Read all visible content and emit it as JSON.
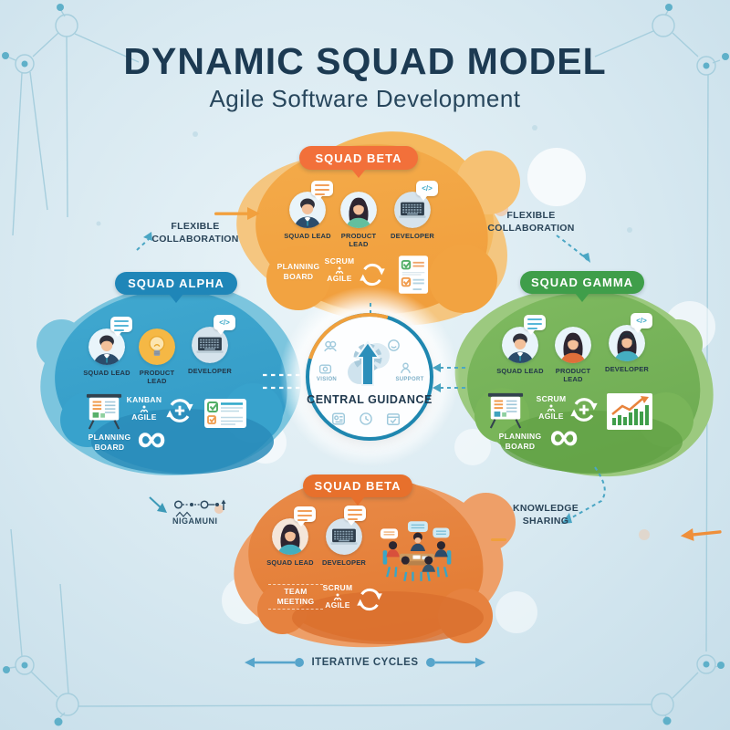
{
  "title": {
    "main": "DYNAMIC SQUAD MODEL",
    "subtitle": "Agile Software Development"
  },
  "central": {
    "title": "CENTRAL GUIDANCE",
    "left_label": "VISION",
    "right_label": "SUPPORT",
    "center_icon": "gear-up-arrow-icon",
    "orbit_icons": [
      "users-icon",
      "smile-icon",
      "eye-icon",
      "person-icon",
      "id-card-icon",
      "clock-icon",
      "calendar-icon"
    ]
  },
  "squads": {
    "beta_top": {
      "name": "SQUAD BETA",
      "members": [
        {
          "label": "SQUAD LEAD",
          "icon": "male-avatar"
        },
        {
          "label": "PRODUCT LEAD",
          "icon": "female-avatar"
        },
        {
          "label": "DEVELOPER",
          "icon": "keyboard-icon"
        }
      ],
      "tools": {
        "board_label": "PLANNING BOARD",
        "method_word1": "SCRUM",
        "method_word2": "AGILE",
        "icons": [
          "cycle-arrows-icon",
          "checklist-icon"
        ]
      }
    },
    "alpha": {
      "name": "SQUAD ALPHA",
      "members": [
        {
          "label": "SQUAD LEAD",
          "icon": "male-avatar"
        },
        {
          "label": "PRODUCT LEAD",
          "icon": "lightbulb-icon"
        },
        {
          "label": "DEVELOPER",
          "icon": "keyboard-icon"
        }
      ],
      "tools": {
        "board_label": "PLANNING BOARD",
        "method_word1": "KANBAN",
        "method_word2": "AGILE",
        "infinity_symbol": "∞",
        "icons": [
          "whiteboard-icon",
          "cycle-arrows-icon",
          "checklist-icon",
          "infinity-icon"
        ]
      }
    },
    "gamma": {
      "name": "SQUAD GAMMA",
      "members": [
        {
          "label": "SQUAD LEAD",
          "icon": "male-avatar"
        },
        {
          "label": "PRODUCT LEAD",
          "icon": "female-avatar"
        },
        {
          "label": "DEVELOPER",
          "icon": "female-headset-avatar"
        }
      ],
      "tools": {
        "board_label": "PLANNING BOARD",
        "method_word1": "SCRUM",
        "method_word2": "AGILE",
        "infinity_symbol": "∞",
        "icons": [
          "whiteboard-icon",
          "cycle-arrows-icon",
          "growth-chart-icon",
          "infinity-icon"
        ]
      }
    },
    "beta_bottom": {
      "name": "SQUAD BETA",
      "members": [
        {
          "label": "SQUAD LEAD",
          "icon": "female-avatar"
        },
        {
          "label": "DEVELOPER",
          "icon": "keyboard-icon"
        }
      ],
      "tools": {
        "meeting_label": "TEAM MEETING",
        "method_word1": "SCRUM",
        "method_word2": "AGILE",
        "icons": [
          "cycle-arrows-icon",
          "team-meeting-illustration"
        ]
      }
    }
  },
  "connectors": {
    "flexible_left": "FLEXIBLE COLLABORATION",
    "flexible_right": "FLEXIBLE COLLABORATION",
    "knowledge_sharing": "KNOWLEDGE SHARING",
    "migration": "NIGAMUNI",
    "iterative_cycles": "ITERATIVE CYCLES"
  },
  "colors": {
    "title_text": "#1c3a52",
    "beta_top_blob": "#f2a341",
    "beta_top_blob_light": "#f6c173",
    "beta_top_banner": "#f2703a",
    "alpha_blob": "#38a2cc",
    "alpha_blob_light": "#7cc5de",
    "alpha_banner": "#1f86b8",
    "gamma_blob": "#79b559",
    "gamma_blob_light": "#9cc97f",
    "gamma_banner": "#3f9e4a",
    "beta_bottom_blob": "#e6823f",
    "beta_bottom_blob_light": "#ee9f68",
    "beta_bottom_banner": "#e7702c",
    "central_ring": "#1f87b0",
    "central_ring_accent": "#f0a03c",
    "connector_teal": "#4aa6c4",
    "connector_orange": "#f0a03c",
    "network_line": "#a6cedd",
    "label_text": "#2a4458"
  }
}
